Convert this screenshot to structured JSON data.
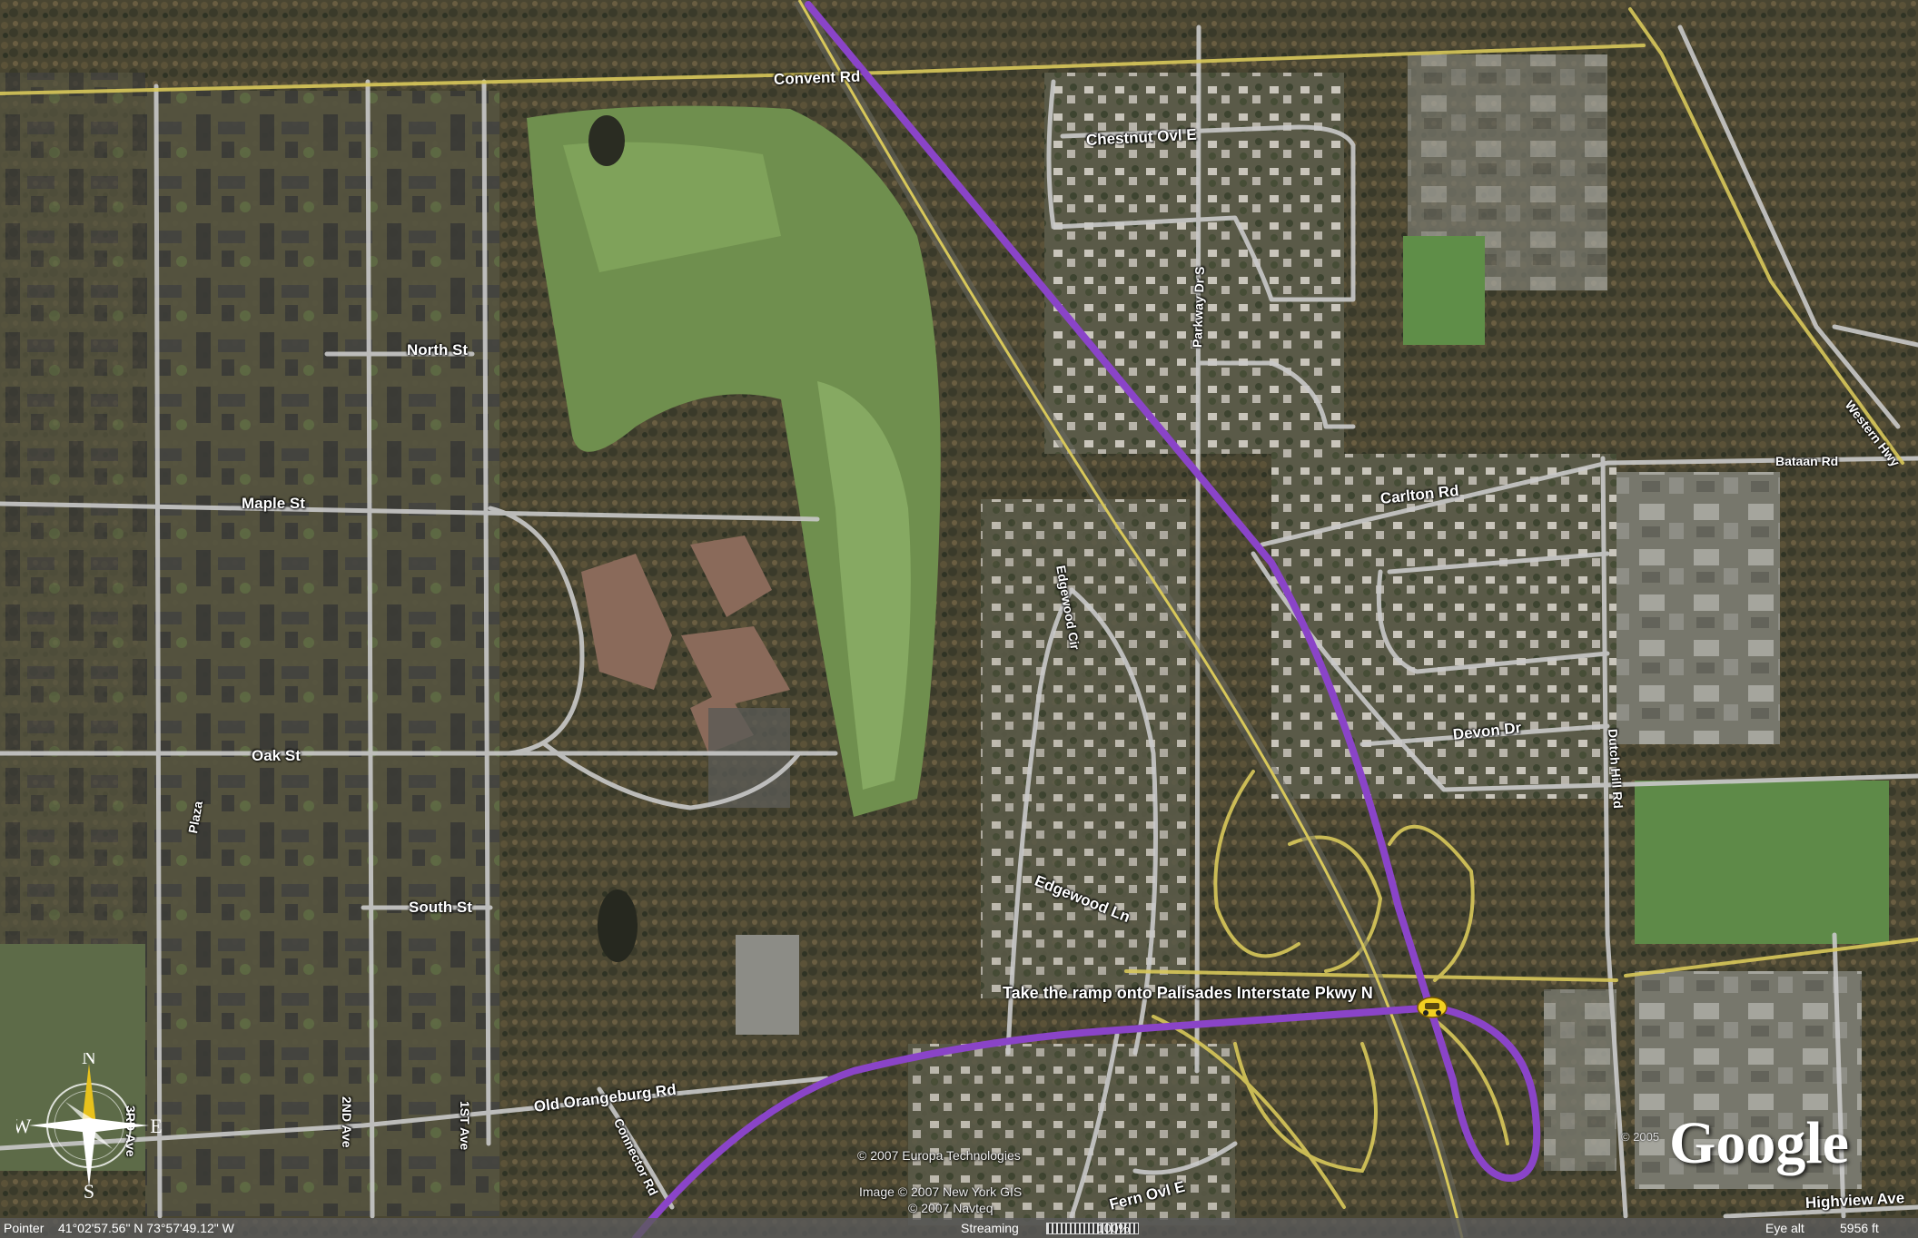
{
  "roads": {
    "convent_rd": "Convent Rd",
    "chestnut_ovl_e": "Chestnut Ovl E",
    "parkway_dr_s": "Parkway Dr S",
    "north_st": "North St",
    "maple_st": "Maple St",
    "carlton_rd": "Carlton Rd",
    "bataan_rd": "Bataan Rd",
    "western_hwy": "Western Hwy",
    "edgewood_cir": "Edgewood Cir",
    "oak_st": "Oak St",
    "devon_dr": "Devon Dr",
    "dutch_hill_rd": "Dutch Hill Rd",
    "plaza": "Plaza",
    "edgewood_ln": "Edgewood Ln",
    "south_st": "South St",
    "old_orangeburg_rd": "Old Orangeburg Rd",
    "connector_rd": "Connector Rd",
    "third_ave": "3RD Ave",
    "second_ave": "2ND Ave",
    "first_ave": "1ST Ave",
    "fern_ovl_e": "Fern Ovl E",
    "highview_ave": "Highview Ave"
  },
  "route": {
    "instruction": "Take the ramp onto Palisades Interstate Pkwy N",
    "route_color": "#8a44c8",
    "road_color": "#c8c8c8",
    "highway_color": "#d8c85a",
    "car_icon": "car-icon"
  },
  "compass": {
    "n": "N",
    "s": "S",
    "e": "E",
    "w": "W",
    "icon": "compass-rose-icon"
  },
  "credits": {
    "europa": "© 2007 Europa Technologies",
    "nygis": "Image © 2007 New York GIS",
    "navteq": "© 2007 Navteq",
    "logo": "Google",
    "logo_year": "© 2005"
  },
  "status_bar": {
    "pointer_label": "Pointer",
    "pointer_coords": "41°02'57.56\" N   73°57'49.12\" W",
    "streaming_label": "Streaming",
    "streaming_percent": "100%",
    "streaming_fraction": 1.0,
    "eye_alt_label": "Eye  alt",
    "eye_alt_value": "5956 ft"
  }
}
